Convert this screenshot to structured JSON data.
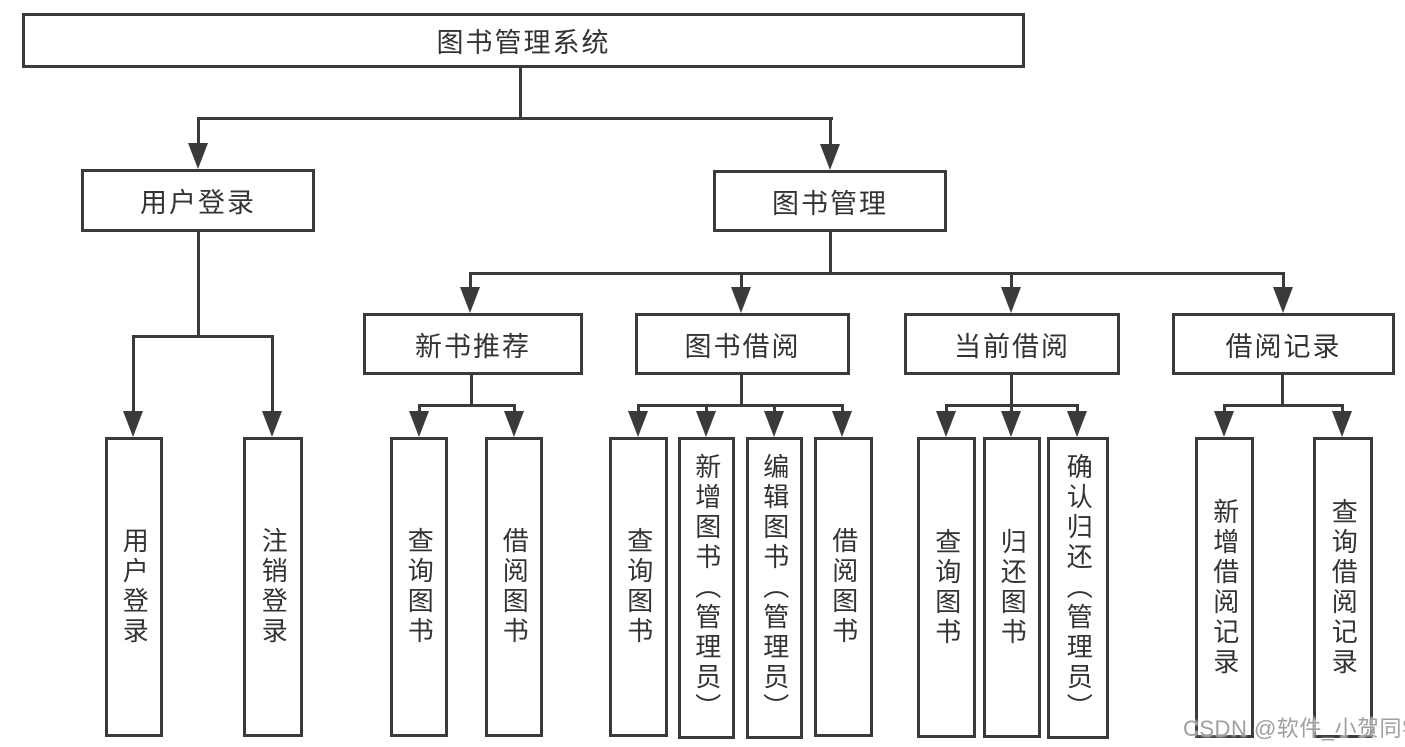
{
  "diagram": {
    "title": "图书管理系统",
    "type": "hierarchy",
    "colors": {
      "line": "#3a3a3a",
      "text": "#333333",
      "background": "#ffffff",
      "watermark": "#9f9f9f"
    },
    "nodes": {
      "root": {
        "label": "图书管理系统"
      },
      "user_login": {
        "label": "用户登录"
      },
      "book_mgmt": {
        "label": "图书管理"
      },
      "new_book_rec": {
        "label": "新书推荐"
      },
      "book_borrow": {
        "label": "图书借阅"
      },
      "current_borrow": {
        "label": "当前借阅"
      },
      "borrow_records": {
        "label": "借阅记录"
      },
      "leaf_user_login": {
        "label": "用户登录"
      },
      "leaf_logout": {
        "label": "注销登录"
      },
      "rec_query_book": {
        "label": "查询图书"
      },
      "rec_borrow_book": {
        "label": "借阅图书"
      },
      "bb_query_book": {
        "label": "查询图书"
      },
      "bb_add_book": {
        "label": "新增图书（管理员）"
      },
      "bb_edit_book": {
        "label": "编辑图书（管理员）"
      },
      "bb_borrow_book": {
        "label": "借阅图书"
      },
      "cb_query_book": {
        "label": "查询图书"
      },
      "cb_return_book": {
        "label": "归还图书"
      },
      "cb_confirm_return": {
        "label": "确认归还（管理员）"
      },
      "br_add_record": {
        "label": "新增借阅记录"
      },
      "br_query_record": {
        "label": "查询借阅记录"
      }
    },
    "hierarchy": {
      "图书管理系统": {
        "用户登录": [
          "用户登录",
          "注销登录"
        ],
        "图书管理": {
          "新书推荐": [
            "查询图书",
            "借阅图书"
          ],
          "图书借阅": [
            "查询图书",
            "新增图书（管理员）",
            "编辑图书（管理员）",
            "借阅图书"
          ],
          "当前借阅": [
            "查询图书",
            "归还图书",
            "确认归还（管理员）"
          ],
          "借阅记录": [
            "新增借阅记录",
            "查询借阅记录"
          ]
        }
      }
    }
  },
  "watermark": {
    "text": "CSDN @软件_小贺同学"
  }
}
